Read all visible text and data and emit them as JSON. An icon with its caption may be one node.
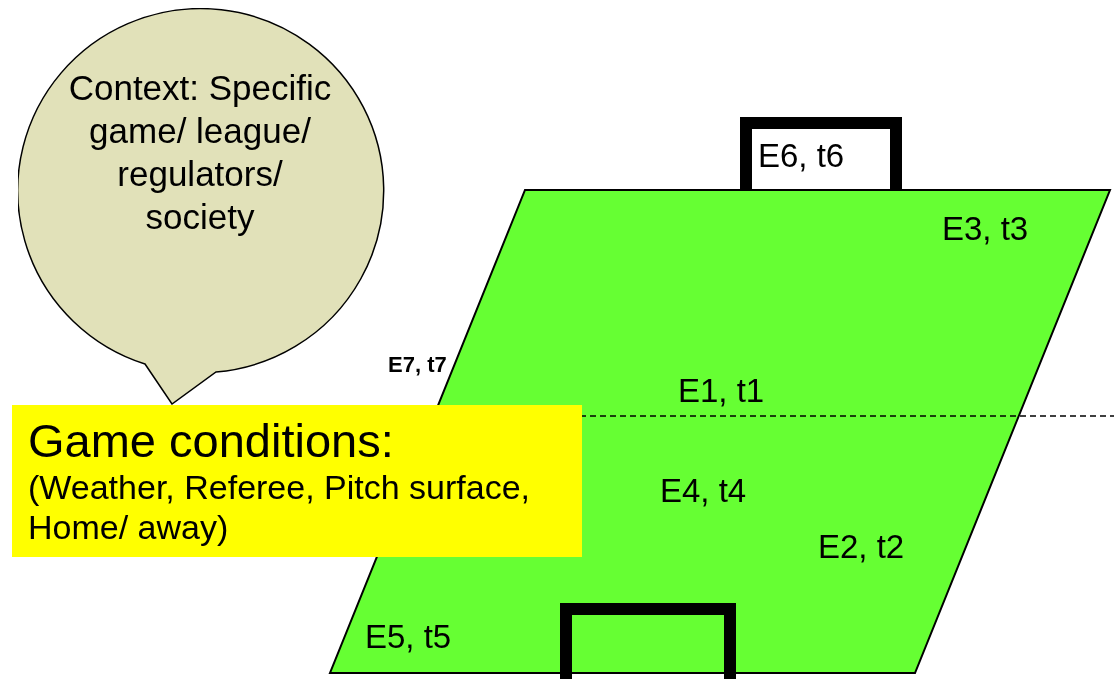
{
  "diagram": {
    "nodes": [
      {
        "text": [
          "Context: Specific game/ league/ regulators/ society"
        ]
      },
      {
        "text": [
          "E6, t6"
        ]
      },
      {
        "text": [
          "Game conditions:",
          "(Weather, Referee, Pitch surface, Home/ away)"
        ]
      },
      {
        "text": [],
        "shape": "box"
      }
    ],
    "labels": [
      "E3, t3",
      "E7, t7",
      "E1, t1",
      "E4, t4",
      "E2, t2",
      "E5, t5"
    ]
  }
}
